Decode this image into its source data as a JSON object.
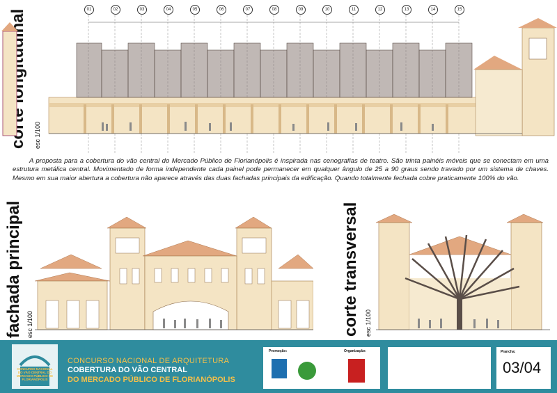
{
  "labels": {
    "corte_longitudinal": "corte longitudinal",
    "fachada_principal": "fachada principal",
    "corte_transversal": "corte transversal",
    "scale": "esc 1/100"
  },
  "grid": [
    "01",
    "02",
    "03",
    "04",
    "05",
    "06",
    "07",
    "08",
    "09",
    "10",
    "11",
    "12",
    "13",
    "14",
    "15"
  ],
  "description": "A proposta para a cobertura do vão central do Mercado Público de Florianópolis é inspirada nas cenografias de teatro. São trinta painéis móveis que se conectam em uma estrutura metálica central. Movimentado de forma independente cada painel pode permanecer em qualquer ângulo de 25 a 90 graus sendo travado por um sistema de chaves. Mesmo em sua maior abertura a cobertura não aparece através das duas fachadas principais da edificação. Quando totalmente fechada cobre praticamente 100% do vão.",
  "footer": {
    "line1": "CONCURSO NACIONAL DE ARQUITETURA",
    "line2": "COBERTURA DO VÃO CENTRAL",
    "line3": "DO MERCADO PÚBLICO DE FLORIANÓPOLIS",
    "logo_text": "CONCURSO NACIONAL DO VÃO CENTRAL DO MERCADO PÚBLICO DE FLORIANÓPOLIS",
    "promocao": "Promoção:",
    "organizacao": "Organização:",
    "prancha": "Prancha:",
    "sheet": "03/04"
  },
  "colors": {
    "footer": "#2f8c9e",
    "accent": "#f4c04a",
    "roof": "#e2a880",
    "wall": "#f4e4c4",
    "panel": "#8c7e78"
  }
}
